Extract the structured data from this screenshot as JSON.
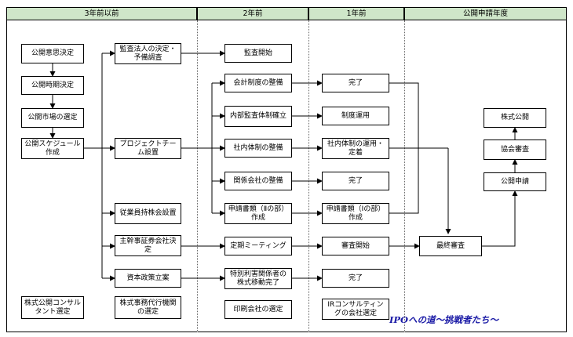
{
  "headers": [
    "3年前以前",
    "2年前",
    "1年前",
    "公開申請年度"
  ],
  "boxes": {
    "b_ikou": "公開意思決定",
    "b_jiki": "公開時期決定",
    "b_shijo": "公開市場の選定",
    "b_sched": "公開スケジュール作成",
    "b_kansa_hojin": "監査法人の決定・予備調査",
    "b_pt": "プロジェクトチーム設置",
    "b_jyugyoin": "従業員持株会設置",
    "b_shukan": "主幹事証券会社決定",
    "b_shihon": "資本政策立案",
    "b_kansa_kaishi": "監査開始",
    "b_kaikei": "会計制度の整備",
    "b_naibu": "内部監査体制確立",
    "b_shanai": "社内体制の整備",
    "b_kankei": "関係会社の整備",
    "b_shinsei2": "申請書類（Ⅱの部）作成",
    "b_teiki": "定期ミーティング",
    "b_tokubetsu": "特別利害関係者の株式移動完了",
    "b_kanryo1": "完了",
    "b_seido": "制度運用",
    "b_shanai_unyo": "社内体制の運用・定着",
    "b_kanryo2": "完了",
    "b_shinsei1": "申請書類（Ⅰの部）作成",
    "b_shinsa_kaishi": "審査開始",
    "b_kanryo3": "完了",
    "b_saishu": "最終審査",
    "b_koukai": "株式公開",
    "b_kyokai": "協会審査",
    "b_shinsei": "公開申請",
    "b_consul": "株式公開コンサルタント選定",
    "b_jimu": "株式事務代行機関の選定",
    "b_insatsu": "印刷会社の選定",
    "b_ir": "IRコンサルティングの会社選定"
  },
  "footer": "IPOへの道～挑戦者たち～"
}
